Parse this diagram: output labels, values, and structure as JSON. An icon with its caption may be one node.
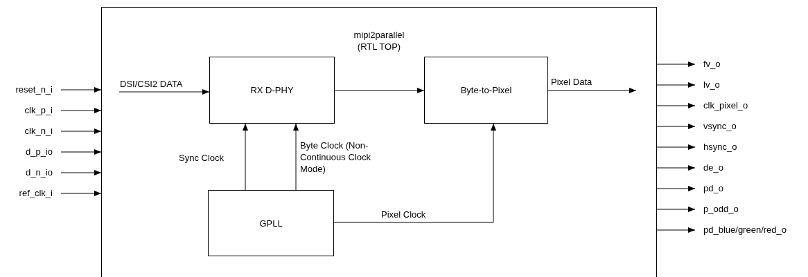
{
  "diagram": {
    "nodes": [
      {
        "text": [
          "mipi2parallel (RTL TOP)"
        ]
      },
      {
        "text": [
          "RX D-PHY"
        ],
        "in": 0
      },
      {
        "text": [
          "Byte-to-Pixel"
        ],
        "in": 0
      },
      {
        "text": [
          "GPLL"
        ],
        "in": 0
      },
      {
        "text": [
          "reset_n_i"
        ]
      },
      {
        "text": [
          "clk_p_i"
        ]
      },
      {
        "text": [
          "clk_n_i"
        ]
      },
      {
        "text": [
          "d_p_io"
        ]
      },
      {
        "text": [
          "d_n_io"
        ]
      },
      {
        "text": [
          "ref_clk_i"
        ]
      },
      {
        "text": [
          "fv_o"
        ]
      },
      {
        "text": [
          "lv_o"
        ]
      },
      {
        "text": [
          "clk_pixel_o"
        ]
      },
      {
        "text": [
          "vsync_o"
        ]
      },
      {
        "text": [
          "hsync_o"
        ]
      },
      {
        "text": [
          "de_o"
        ]
      },
      {
        "text": [
          "pd_o"
        ]
      },
      {
        "text": [
          "p_odd_o"
        ]
      },
      {
        "text": [
          "pd_blue/green/red_o"
        ]
      }
    ],
    "edges": [
      {
        "from": 4,
        "to": 0,
        "arrow": "to"
      },
      {
        "from": 5,
        "to": 0,
        "arrow": "to"
      },
      {
        "from": 6,
        "to": 0,
        "arrow": "to"
      },
      {
        "from": 7,
        "to": 0,
        "arrow": "to"
      },
      {
        "from": 8,
        "to": 0,
        "arrow": "to"
      },
      {
        "from": 9,
        "to": 0,
        "arrow": "to"
      },
      {
        "from": null,
        "to": 1,
        "arrow": "to",
        "label": "DSI/CSI2 DATA"
      },
      {
        "from": 1,
        "to": 2,
        "arrow": "to"
      },
      {
        "from": 2,
        "to": null,
        "arrow": "to",
        "label": "Pixel Data"
      },
      {
        "from": 3,
        "to": 1,
        "arrow": "to",
        "label": "Sync Clock"
      },
      {
        "from": 3,
        "to": 1,
        "arrow": "to",
        "label": "Byte Clock (Non-Continuous Clock Mode)"
      },
      {
        "from": 3,
        "to": 2,
        "arrow": "to",
        "label": "Pixel Clock"
      },
      {
        "from": 0,
        "to": 10,
        "arrow": "to"
      },
      {
        "from": 0,
        "to": 11,
        "arrow": "to"
      },
      {
        "from": 0,
        "to": 12,
        "arrow": "to"
      },
      {
        "from": 0,
        "to": 13,
        "arrow": "to"
      },
      {
        "from": 0,
        "to": 14,
        "arrow": "to"
      },
      {
        "from": 0,
        "to": 15,
        "arrow": "to"
      },
      {
        "from": 0,
        "to": 16,
        "arrow": "to"
      },
      {
        "from": 0,
        "to": 17,
        "arrow": "to"
      },
      {
        "from": 0,
        "to": 18,
        "arrow": "to"
      }
    ]
  }
}
